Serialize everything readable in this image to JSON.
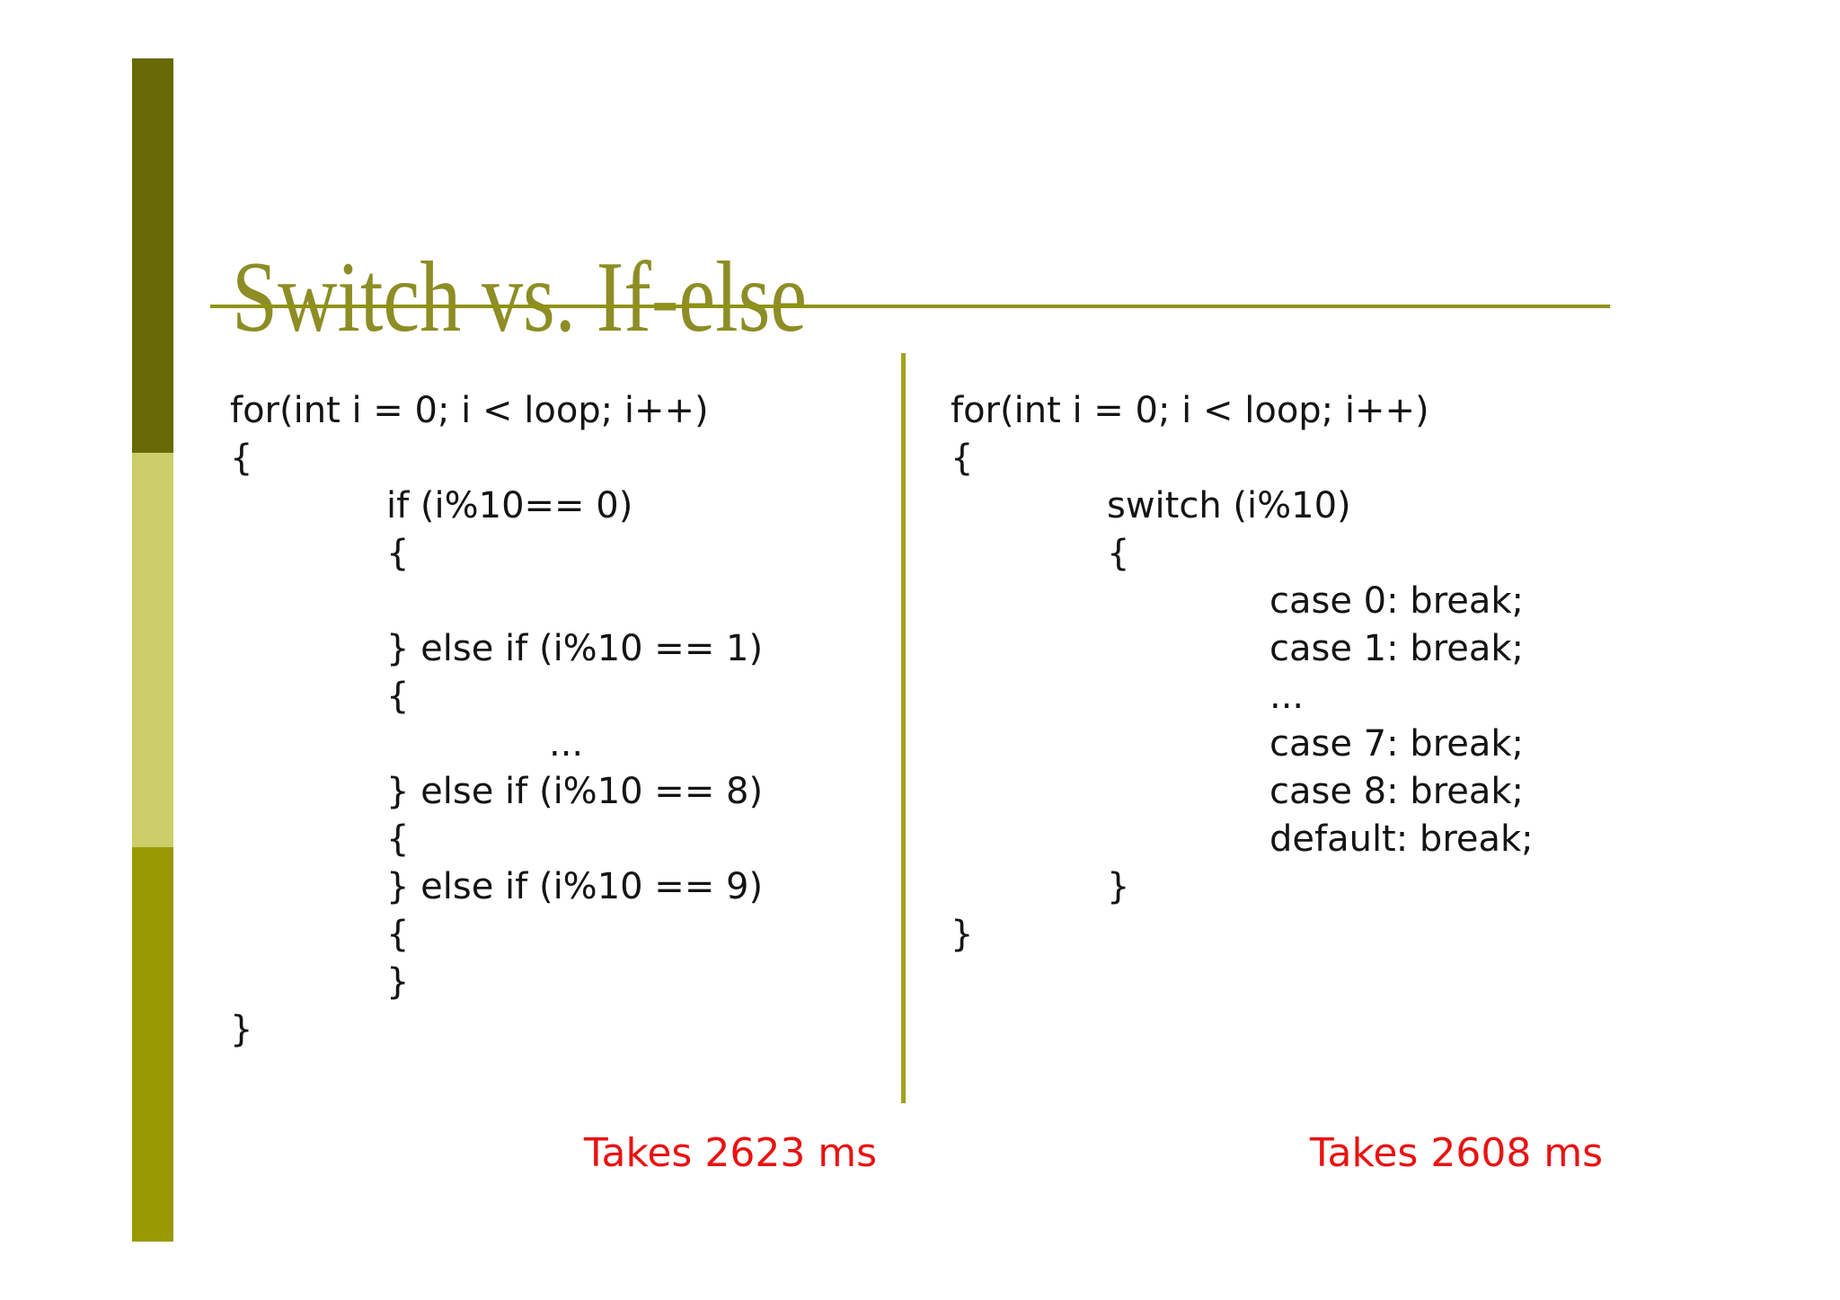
{
  "slide": {
    "title": "Switch vs. If-else",
    "left_panel": {
      "language": "code",
      "code_lines": [
        {
          "text": "for(int i = 0; i < loop; i++)",
          "indent": 0
        },
        {
          "text": "{",
          "indent": 0
        },
        {
          "text": "if (i%10== 0)",
          "indent": 1
        },
        {
          "text": "{",
          "indent": 1
        },
        {
          "text": "",
          "indent": 0
        },
        {
          "text": "} else if (i%10 == 1)",
          "indent": 1
        },
        {
          "text": "{",
          "indent": 1
        },
        {
          "text": "...",
          "indent": 2
        },
        {
          "text": "} else if (i%10 == 8)",
          "indent": 1
        },
        {
          "text": "{",
          "indent": 1
        },
        {
          "text": "} else if (i%10 == 9)",
          "indent": 1
        },
        {
          "text": "{",
          "indent": 1
        },
        {
          "text": "}",
          "indent": 1
        },
        {
          "text": "}",
          "indent": 0
        }
      ],
      "caption": "Takes 2623 ms"
    },
    "right_panel": {
      "language": "code",
      "code_lines": [
        {
          "text": "for(int i = 0; i < loop; i++)",
          "indent": 0
        },
        {
          "text": "{",
          "indent": 0
        },
        {
          "text": "switch (i%10)",
          "indent": 1
        },
        {
          "text": "{",
          "indent": 1
        },
        {
          "text": "case 0: break;",
          "indent": 2
        },
        {
          "text": "case 1: break;",
          "indent": 2
        },
        {
          "text": "...",
          "indent": 2
        },
        {
          "text": "case 7: break;",
          "indent": 2
        },
        {
          "text": "case 8: break;",
          "indent": 2
        },
        {
          "text": "default: break;",
          "indent": 2
        },
        {
          "text": "}",
          "indent": 1
        },
        {
          "text": "}",
          "indent": 0
        }
      ],
      "caption": "Takes 2608 ms"
    }
  },
  "colors": {
    "accent_dark": "#666905",
    "accent_light": "#CBCE69",
    "accent_mid": "#999903",
    "title_color": "#8D8D25",
    "rule_color": "#8F9213",
    "divider_color": "#A2A31B",
    "caption_red": "#E91212",
    "code_text": "#141414"
  }
}
